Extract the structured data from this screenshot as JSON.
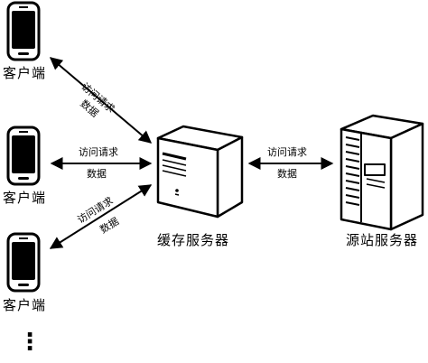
{
  "nodes": {
    "client_label": "客户端",
    "cache_server_label": "缓存服务器",
    "origin_server_label": "源站服务器"
  },
  "edges": {
    "request_label": "访问请求",
    "data_label": "数据"
  },
  "more_clients": "⋮"
}
